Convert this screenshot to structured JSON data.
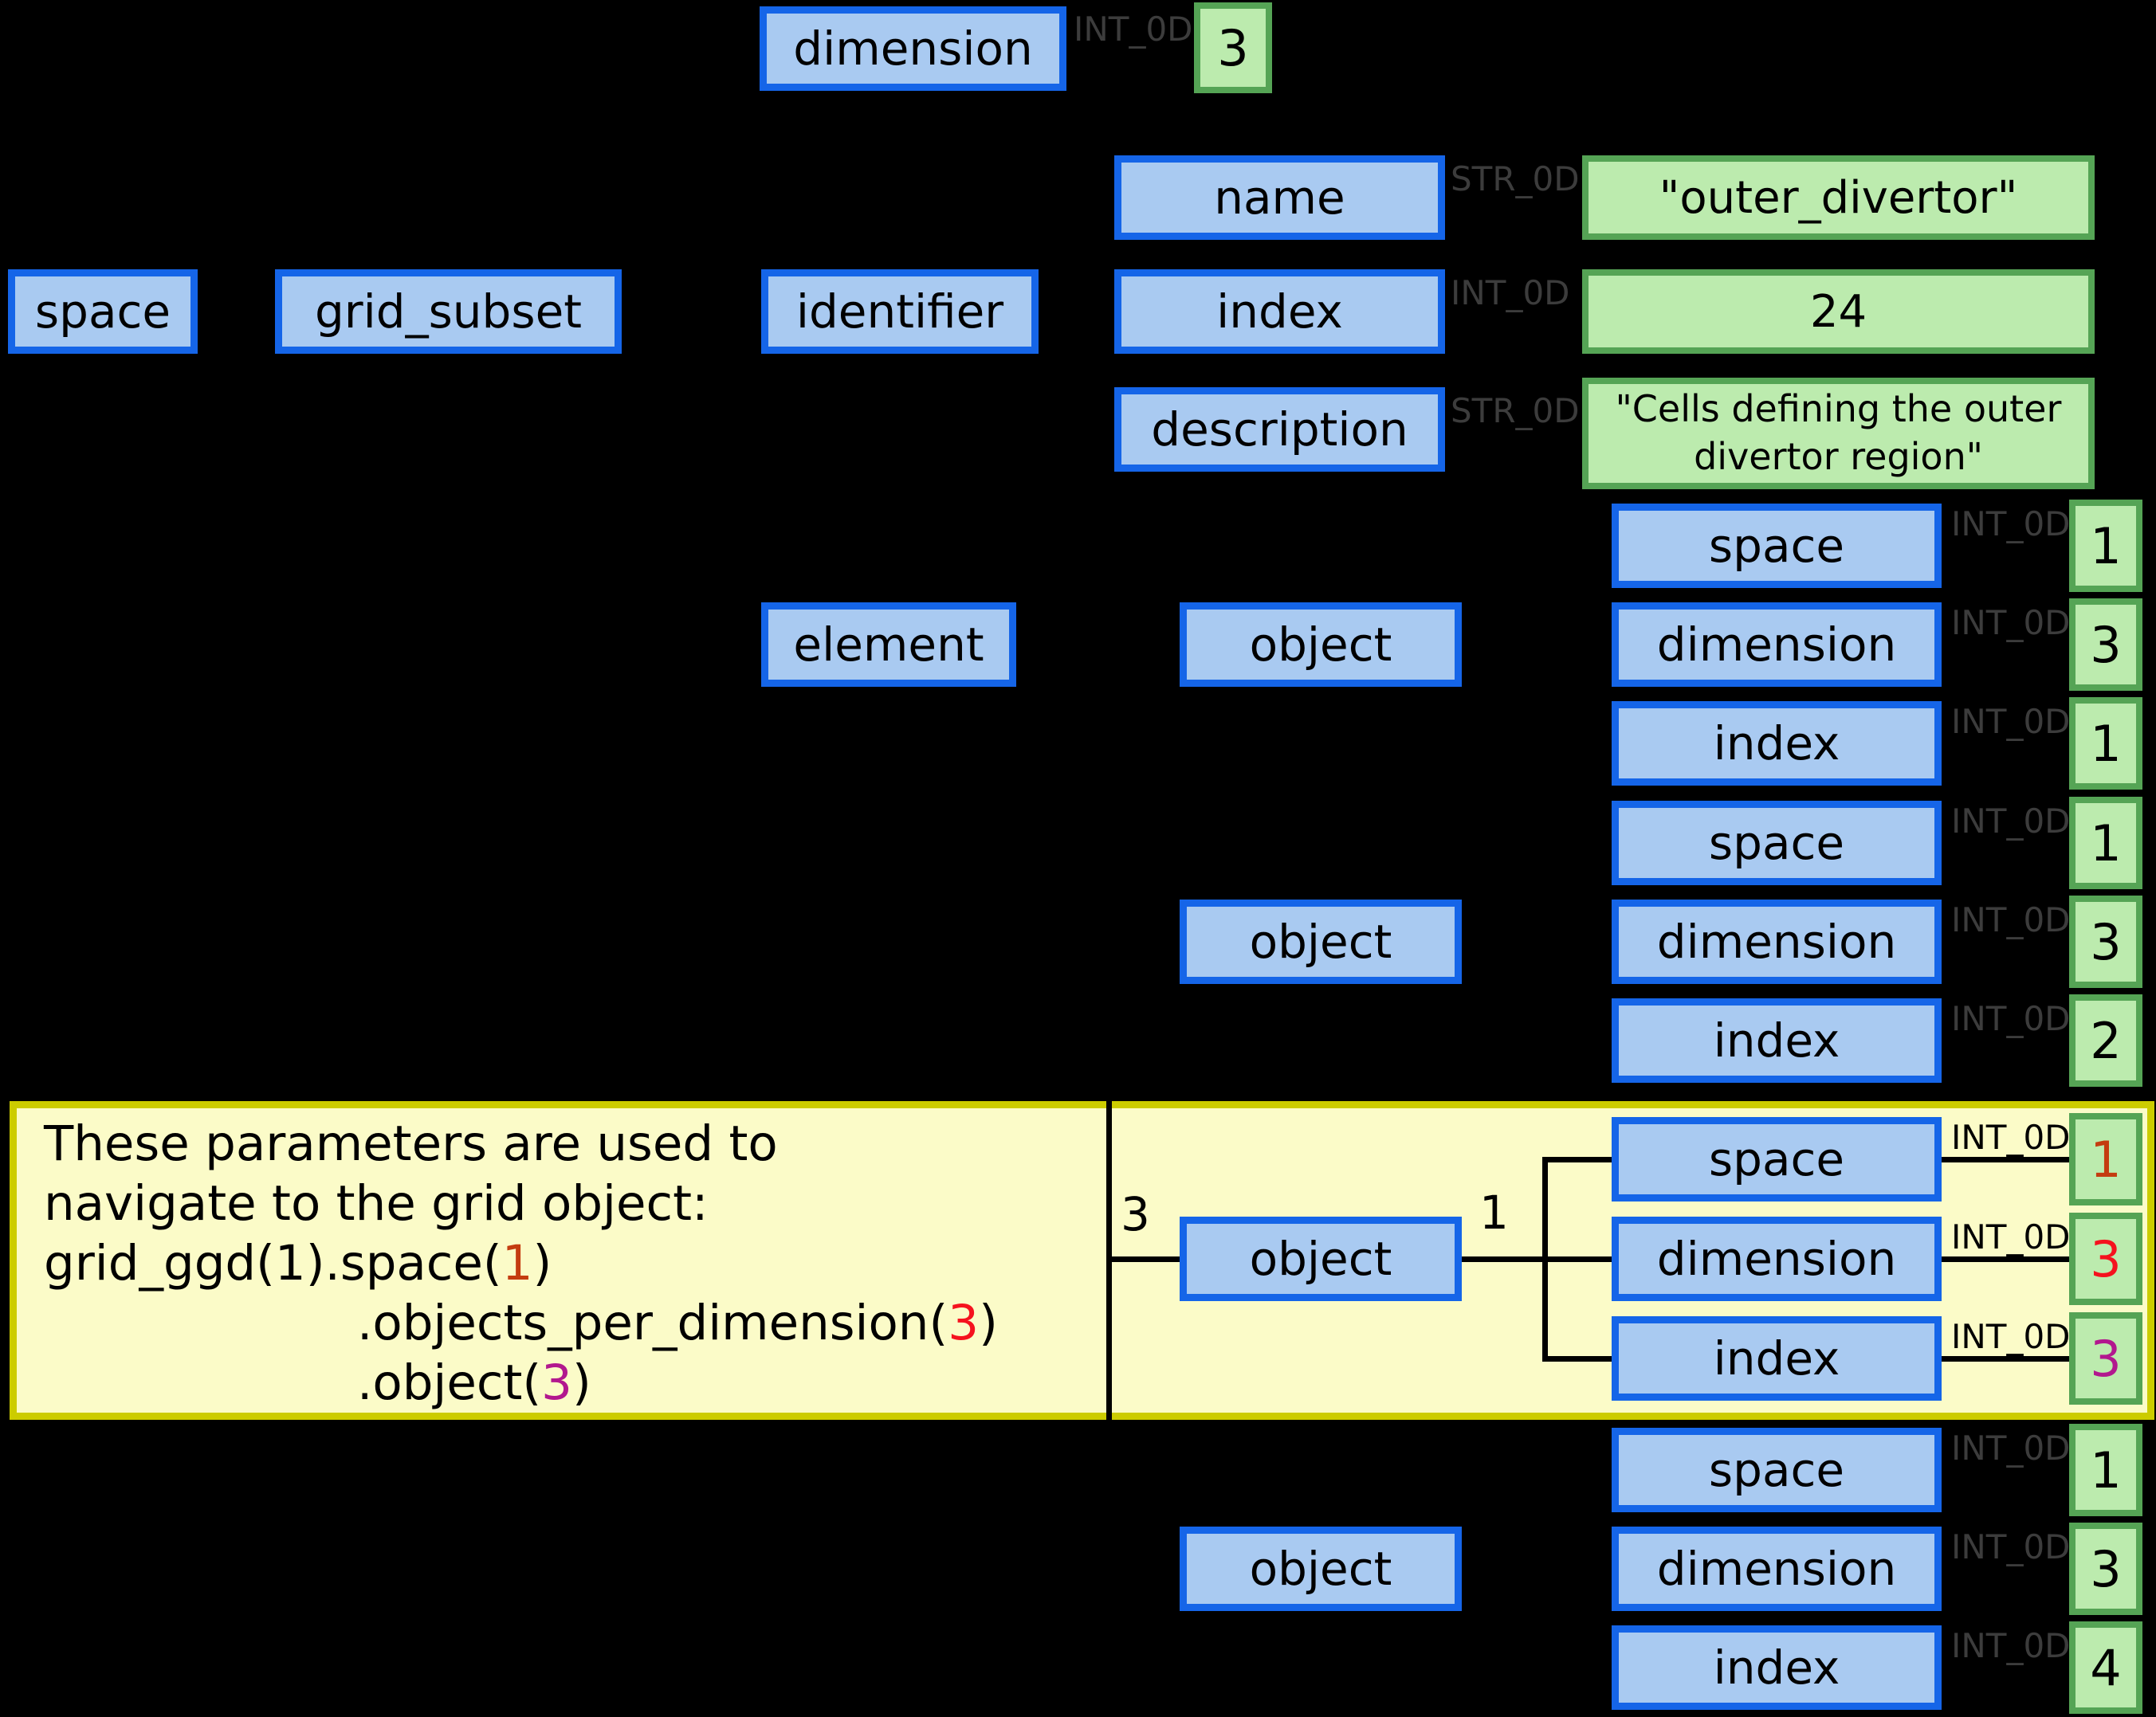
{
  "colors": {
    "background": "#000000",
    "blue_fill": "#A9CAF1",
    "blue_border": "#1565E8",
    "green_fill": "#BCEBAE",
    "green_border": "#55A455",
    "yellow_fill": "#FBFBC8",
    "yellow_border": "#CCCC00",
    "type_label_gray": "#3C3C3C",
    "num_orange": "#C43C10",
    "num_red": "#F5121E",
    "num_magenta": "#B2188E"
  },
  "top_node": {
    "label": "dimension",
    "type": "INT_0D",
    "value": "3"
  },
  "root_nodes": {
    "space": "space",
    "grid_subset": "grid_subset",
    "identifier": "identifier",
    "element": "element"
  },
  "identifier_children": {
    "name": {
      "label": "name",
      "type": "STR_0D",
      "value": "\"outer_divertor\""
    },
    "index": {
      "label": "index",
      "type": "INT_0D",
      "value": "24"
    },
    "description": {
      "label": "description",
      "type": "STR_0D",
      "value_line1": "\"Cells defining the outer",
      "value_line2": "divertor region\""
    }
  },
  "objects": [
    {
      "label": "object",
      "attrs": [
        {
          "label": "space",
          "type": "INT_0D",
          "value": "1"
        },
        {
          "label": "dimension",
          "type": "INT_0D",
          "value": "3"
        },
        {
          "label": "index",
          "type": "INT_0D",
          "value": "1"
        }
      ]
    },
    {
      "label": "object",
      "attrs": [
        {
          "label": "space",
          "type": "INT_0D",
          "value": "1"
        },
        {
          "label": "dimension",
          "type": "INT_0D",
          "value": "3"
        },
        {
          "label": "index",
          "type": "INT_0D",
          "value": "2"
        }
      ]
    },
    {
      "label": "object",
      "multiplicity_left": "3",
      "multiplicity_right": "1",
      "attrs": [
        {
          "label": "space",
          "type": "INT_0D",
          "value": "1"
        },
        {
          "label": "dimension",
          "type": "INT_0D",
          "value": "3"
        },
        {
          "label": "index",
          "type": "INT_0D",
          "value": "3"
        }
      ]
    },
    {
      "label": "object",
      "attrs": [
        {
          "label": "space",
          "type": "INT_0D",
          "value": "1"
        },
        {
          "label": "dimension",
          "type": "INT_0D",
          "value": "3"
        },
        {
          "label": "index",
          "type": "INT_0D",
          "value": "4"
        }
      ]
    }
  ],
  "note": {
    "line1": "These parameters are used to",
    "line2": "navigate to the grid object:",
    "line3_pre": "grid_ggd(1).space(",
    "line3_num": "1",
    "line3_post": ")",
    "line4_pre": ".objects_per_dimension(",
    "line4_num": "3",
    "line4_post": ")",
    "line5_pre": ".object(",
    "line5_num": "3",
    "line5_post": ")"
  }
}
